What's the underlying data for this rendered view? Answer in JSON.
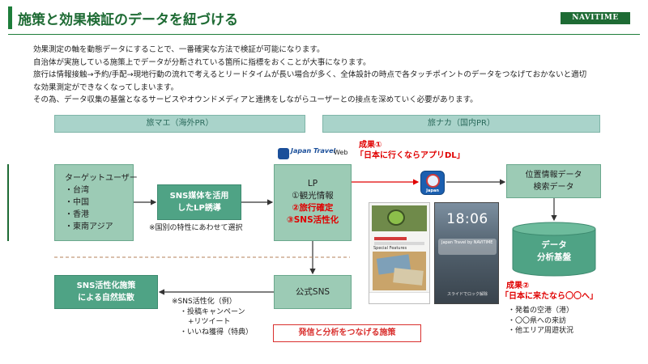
{
  "header": {
    "title": "施策と効果検証のデータを紐づける",
    "logo_text": "NAVITIME"
  },
  "intro": [
    "効果測定の軸を動態データにすることで、一番確実な方法で検証が可能になります。",
    "自治体が実施している施策上でデータが分断されている箇所に指標をおくことが大事になります。",
    "旅行は情報接触→予約/手配→現地行動の流れで考えるとリードタイムが長い場合が多く、全体設計の時点で各タッチポイントのデータをつなげておかないと適切",
    "な効果測定ができなくなってしまいます。",
    "その為、データ収集の基盤となるサービスやオウンドメディアと連携をしながらユーザーとの接点を深めていく必要があります。"
  ],
  "bands": {
    "left": "旅マエ（海外PR）",
    "right": "旅ナカ（国内PR）"
  },
  "target": {
    "title": "ターゲットユーザー",
    "items": [
      "・台湾",
      "・中国",
      "・香港",
      "・東南アジア"
    ]
  },
  "sns_media": {
    "line1": "SNS媒体を活用",
    "line2": "したLP誘導"
  },
  "sns_media_note": "※国別の特性にあわせて選択",
  "web_label": {
    "brand": "Japan Travel",
    "web": "Web"
  },
  "lp": {
    "title": "LP",
    "item1": "①観光情報",
    "item2": "②旅行確定",
    "item3": "③SNS活性化"
  },
  "result1": {
    "label": "成果①",
    "text": "「日本に行くならアプリDL」"
  },
  "app_icon_label": "Japan",
  "location": {
    "line1": "位置情報データ",
    "line2": "検索データ"
  },
  "database": {
    "line1": "データ",
    "line2": "分析基盤"
  },
  "result2": {
    "label": "成果②",
    "text": "「日本に来たなら〇〇へ」",
    "items": [
      "・発着の空港（港）",
      "・〇〇県への来訪",
      "・他エリア周遊状況"
    ]
  },
  "koushiki_sns": "公式SNS",
  "viral": {
    "line1": "SNS活性化施策",
    "line2": "による自然拡散"
  },
  "sns_notes": [
    "※SNS活性化（例）",
    "・投稿キャンペーン",
    "+リツイート",
    "・いいね獲得（特典）"
  ],
  "bottom_label": "発信と分析をつなげる施策",
  "phone1": {
    "feature_label": "Special Features"
  },
  "phone2": {
    "time": "18:06",
    "notif_app": "Japan Travel by NAVITIME",
    "slide": "スライドでロック解除"
  },
  "colors": {
    "brand_green": "#1e6b34",
    "box_light": "#9ccbb5",
    "box_dark": "#4fa385",
    "band": "#a9d3ca",
    "accent_red": "#e00000"
  }
}
